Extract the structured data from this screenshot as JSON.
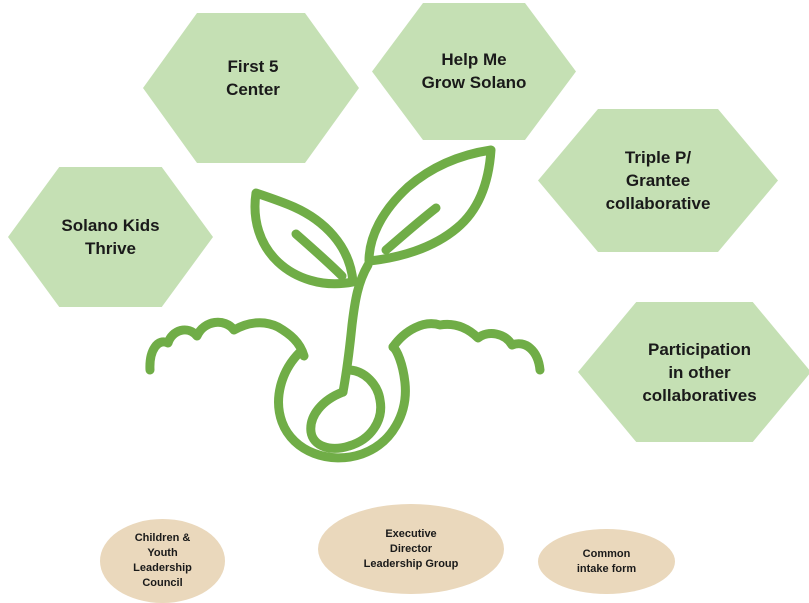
{
  "hexagons": {
    "first5": "First 5\nCenter",
    "helpme": "Help Me\nGrow Solano",
    "solano": "Solano Kids\nThrive",
    "triple": "Triple P/\nGrantee\ncollaborative",
    "participation": "Participation\nin other\ncollaboratives"
  },
  "ovals": {
    "children": "Children &\nYouth\nLeadership\nCouncil",
    "executive": "Executive\nDirector\nLeadership Group",
    "common": "Common\nintake form"
  },
  "colors": {
    "hexagon_fill": "#c5e0b4",
    "oval_fill": "#ead8bc",
    "plant_stroke": "#70ad47"
  },
  "icon": "sprouting-plant-icon"
}
